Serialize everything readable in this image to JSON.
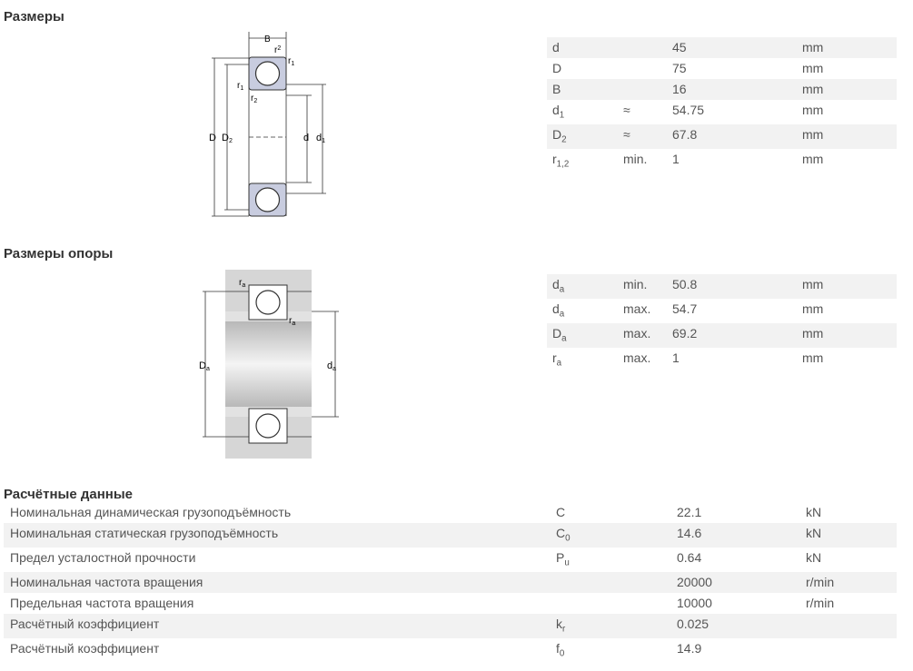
{
  "sections": {
    "dimensions_title": "Размеры",
    "abutment_title": "Размеры опоры",
    "calc_title": "Расчётные данные"
  },
  "dimensions": [
    {
      "sym": "d",
      "sub": "",
      "qual": "",
      "value": "45",
      "unit": "mm"
    },
    {
      "sym": "D",
      "sub": "",
      "qual": "",
      "value": "75",
      "unit": "mm"
    },
    {
      "sym": "B",
      "sub": "",
      "qual": "",
      "value": "16",
      "unit": "mm"
    },
    {
      "sym": "d",
      "sub": "1",
      "qual": "≈",
      "value": "54.75",
      "unit": "mm"
    },
    {
      "sym": "D",
      "sub": "2",
      "qual": "≈",
      "value": "67.8",
      "unit": "mm"
    },
    {
      "sym": "r",
      "sub": "1,2",
      "qual": "min.",
      "value": "1",
      "unit": "mm"
    }
  ],
  "abutment": [
    {
      "sym": "d",
      "sub": "a",
      "qual": "min.",
      "value": "50.8",
      "unit": "mm"
    },
    {
      "sym": "d",
      "sub": "a",
      "qual": "max.",
      "value": "54.7",
      "unit": "mm"
    },
    {
      "sym": "D",
      "sub": "a",
      "qual": "max.",
      "value": "69.2",
      "unit": "mm"
    },
    {
      "sym": "r",
      "sub": "a",
      "qual": "max.",
      "value": "1",
      "unit": "mm"
    }
  ],
  "calc": [
    {
      "label": "Номинальная динамическая грузоподъёмность",
      "sym": "C",
      "sub": "",
      "value": "22.1",
      "unit": "kN"
    },
    {
      "label": "Номинальная статическая грузоподъёмность",
      "sym": "C",
      "sub": "0",
      "value": "14.6",
      "unit": "kN"
    },
    {
      "label": "Предел усталостной прочности",
      "sym": "P",
      "sub": "u",
      "value": "0.64",
      "unit": "kN"
    },
    {
      "label": "Номинальная частота вращения",
      "sym": "",
      "sub": "",
      "value": "20000",
      "unit": "r/min"
    },
    {
      "label": "Предельная частота вращения",
      "sym": "",
      "sub": "",
      "value": "10000",
      "unit": "r/min"
    },
    {
      "label": "Расчётный коэффициент",
      "sym": "k",
      "sub": "r",
      "value": "0.025",
      "unit": ""
    },
    {
      "label": "Расчётный коэффициент",
      "sym": "f",
      "sub": "0",
      "value": "14.9",
      "unit": ""
    }
  ],
  "diagram1_labels": {
    "B": "B",
    "r": "r",
    "one": "1",
    "two": "2",
    "D": "D",
    "d": "d"
  },
  "diagram2_labels": {
    "r": "r",
    "a": "a",
    "D": "D",
    "d": "d"
  }
}
